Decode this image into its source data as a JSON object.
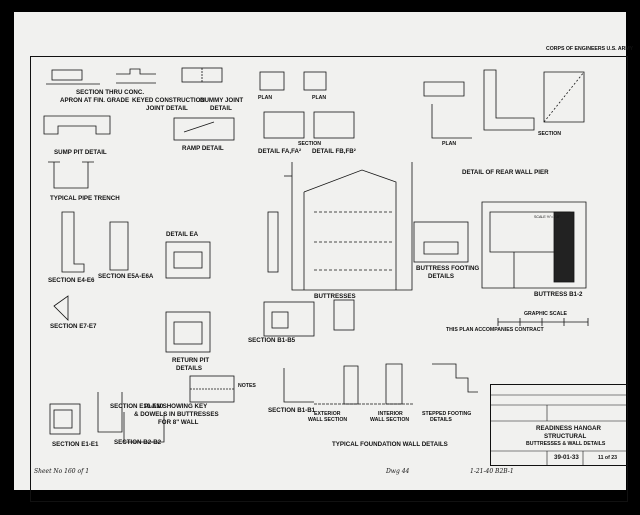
{
  "header": {
    "agency": "CORPS OF ENGINEERS U.S. ARMY"
  },
  "details": {
    "section_thru_conc": "SECTION THRU CONC.",
    "apron": "APRON AT FIN. GRADE",
    "keyed_1": "KEYED CONSTRUCTION",
    "keyed_2": "JOINT DETAIL",
    "dummy_1": "DUMMY JOINT",
    "dummy_2": "DETAIL",
    "plan": "PLAN",
    "section": "SECTION",
    "detail_fa": "DETAIL FA,FA²",
    "detail_fb": "DETAIL FB,FB²",
    "plan_label": "PLAN",
    "section_label": "SECTION",
    "sump_pit": "SUMP PIT DETAIL",
    "ramp": "RAMP DETAIL",
    "rear_wall": "DETAIL OF REAR WALL PIER",
    "typical_trench": "TYPICAL PIPE TRENCH",
    "detail_ea": "DETAIL EA",
    "section_e4_e6": "SECTION E4-E6",
    "section_e5a": "SECTION E5A-E6A",
    "section_e7": "SECTION E7-E7",
    "return_pit_1": "RETURN PIT",
    "return_pit_2": "DETAILS",
    "section_b1_b5": "SECTION B1-B5",
    "buttresses": "BUTTRESSES",
    "buttress_footing_1": "BUTTRESS FOOTING",
    "buttress_footing_2": "DETAILS",
    "buttress_b1b2": "BUTTRESS B1-2",
    "graphic_scale": "GRAPHIC SCALE",
    "plan_key_1": "PLAN SHOWING KEY",
    "plan_key_2": "& DOWELS IN BUTTRESSES",
    "plan_key_3": "FOR 8\" WALL",
    "notes": "NOTES",
    "section_e10": "SECTION E10-E10",
    "section_b2": "SECTION B2-B2",
    "section_e1": "SECTION E1-E1",
    "section_b1b1": "SECTION B1-B1",
    "exterior_wall_1": "EXTERIOR",
    "exterior_wall_2": "WALL SECTION",
    "interior_wall_1": "INTERIOR",
    "interior_wall_2": "WALL SECTION",
    "stepped_1": "STEPPED FOOTING",
    "stepped_2": "DETAILS",
    "typical_foundation": "TYPICAL FOUNDATION WALL DETAILS",
    "scale_note": "SCALE ½\"=1'-0\""
  },
  "title_block": {
    "project_1": "READINESS HANGAR",
    "project_2": "STRUCTURAL",
    "project_3": "BUTTRESSES & WALL DETAILS",
    "drawing_no": "39-01-33",
    "sheet_no": "11 of 23",
    "notice": "THIS PLAN ACCOMPANIES CONTRACT"
  },
  "footer": {
    "left": "Sheet No 160 of 1",
    "mid": "Dwg 44",
    "ref": "1-21-40 B2B-1"
  }
}
